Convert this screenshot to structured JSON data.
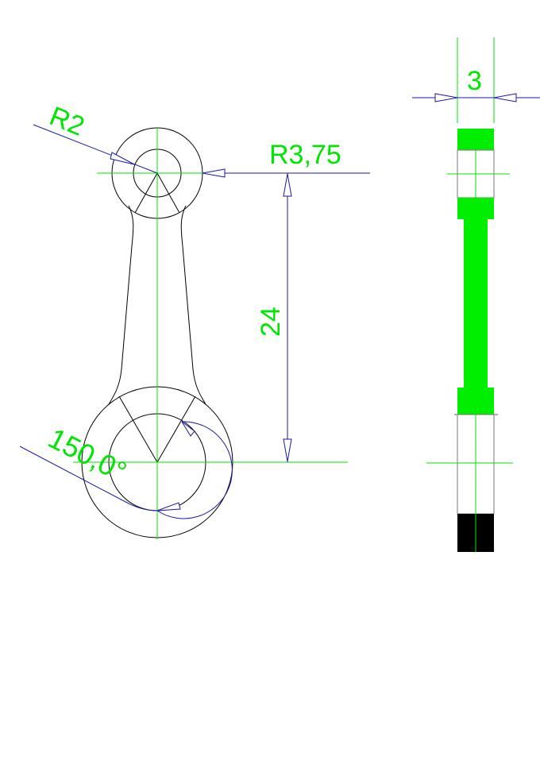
{
  "drawing": {
    "type": "connecting-rod technical drawing",
    "views": [
      "front-view",
      "side-view"
    ],
    "colors": {
      "outline": "#000000",
      "centerline": "#00e600",
      "dimension": "#1a1aa6",
      "section_fill": "#00ee00",
      "dark_fill": "#000000"
    }
  },
  "dimensions": {
    "small_end_inner_radius": "R2",
    "small_end_outer_radius": "R3,75",
    "center_distance": "24",
    "big_end_angle": "150,0°",
    "thickness": "3"
  }
}
